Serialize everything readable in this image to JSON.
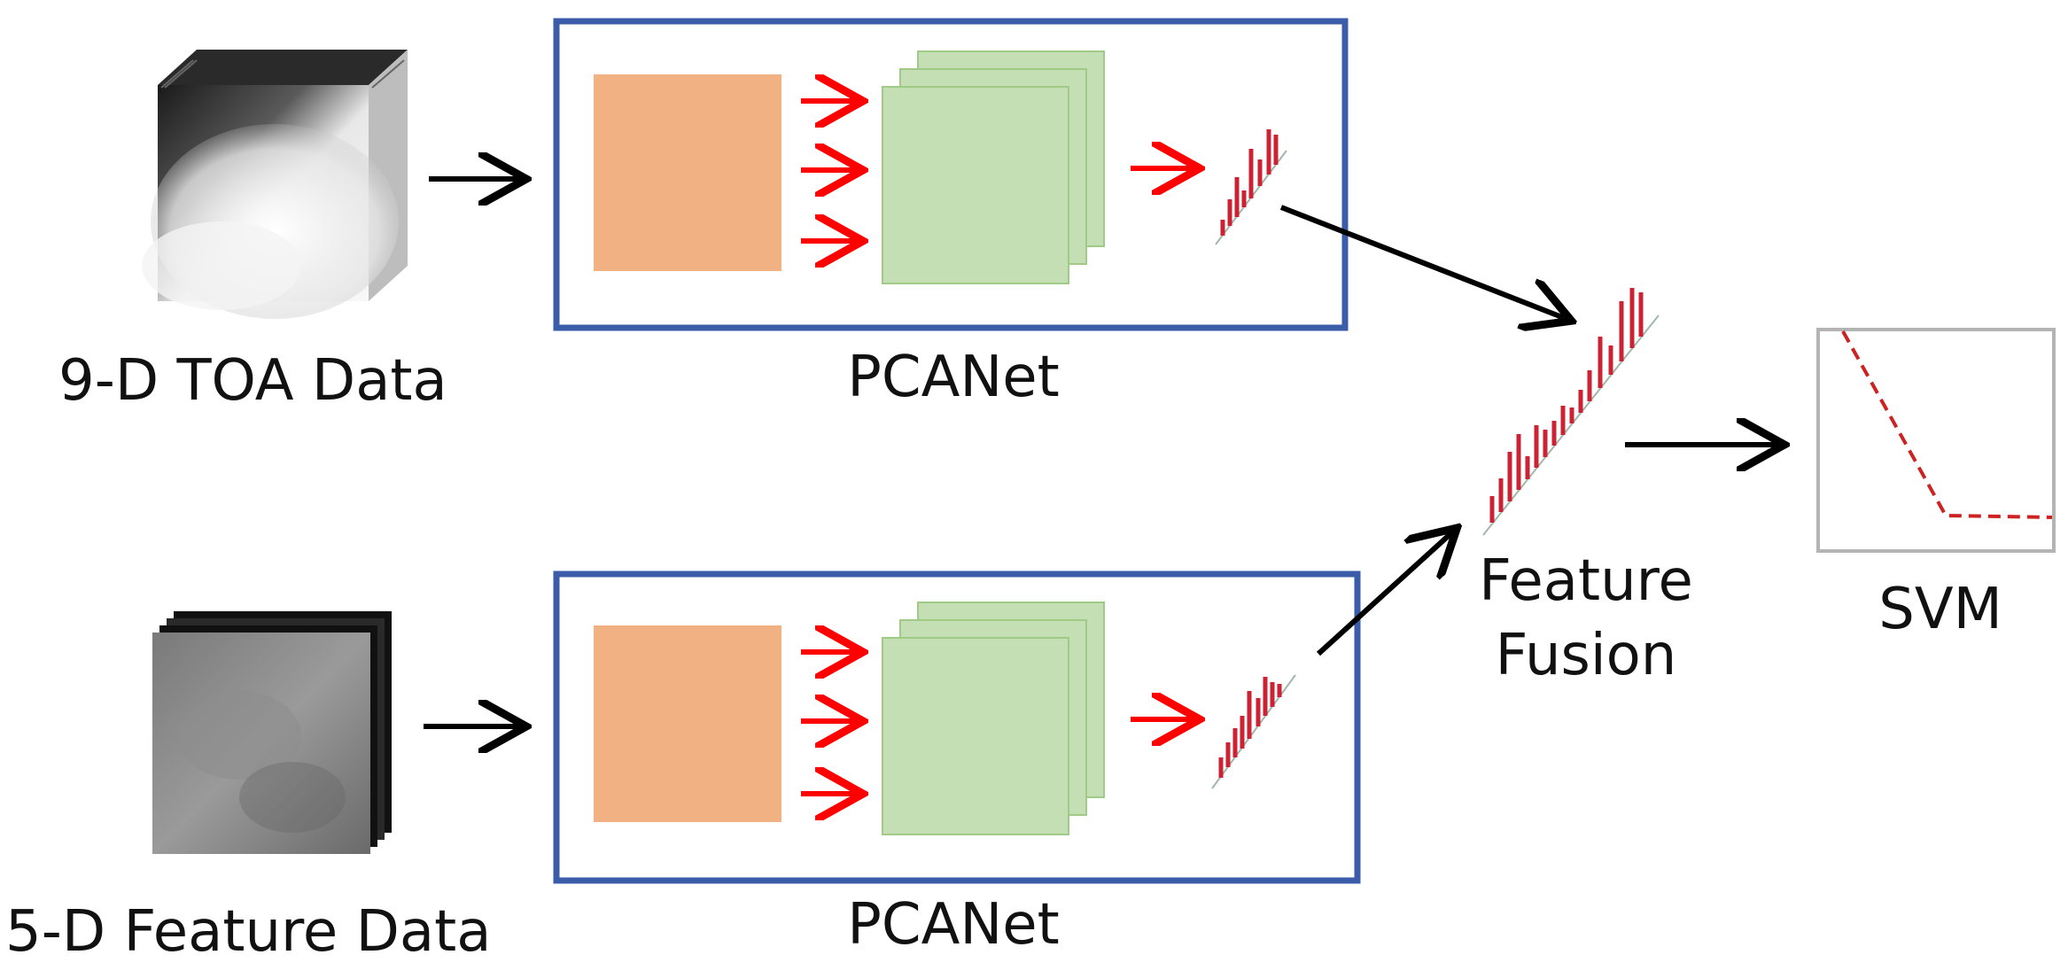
{
  "labels": {
    "toa_data": "9-D TOA Data",
    "pcanet_top": "PCANet",
    "feature_data": "5-D Feature Data",
    "pcanet_bottom": "PCANet",
    "fusion_line1": "Feature",
    "fusion_line2": "Fusion",
    "svm": "SVM"
  },
  "colors": {
    "box_border": "#3b5ca8",
    "filter_fill": "#f2b183",
    "map_fill": "#c4dfb3",
    "map_border": "#9fcb87",
    "red_arrow": "#ff0000",
    "black_arrow": "#000000",
    "feature_bar": "#cc2233",
    "feature_axis": "#9fb8a8",
    "svm_border": "#b4b4b4",
    "svm_line": "#cc2222"
  }
}
